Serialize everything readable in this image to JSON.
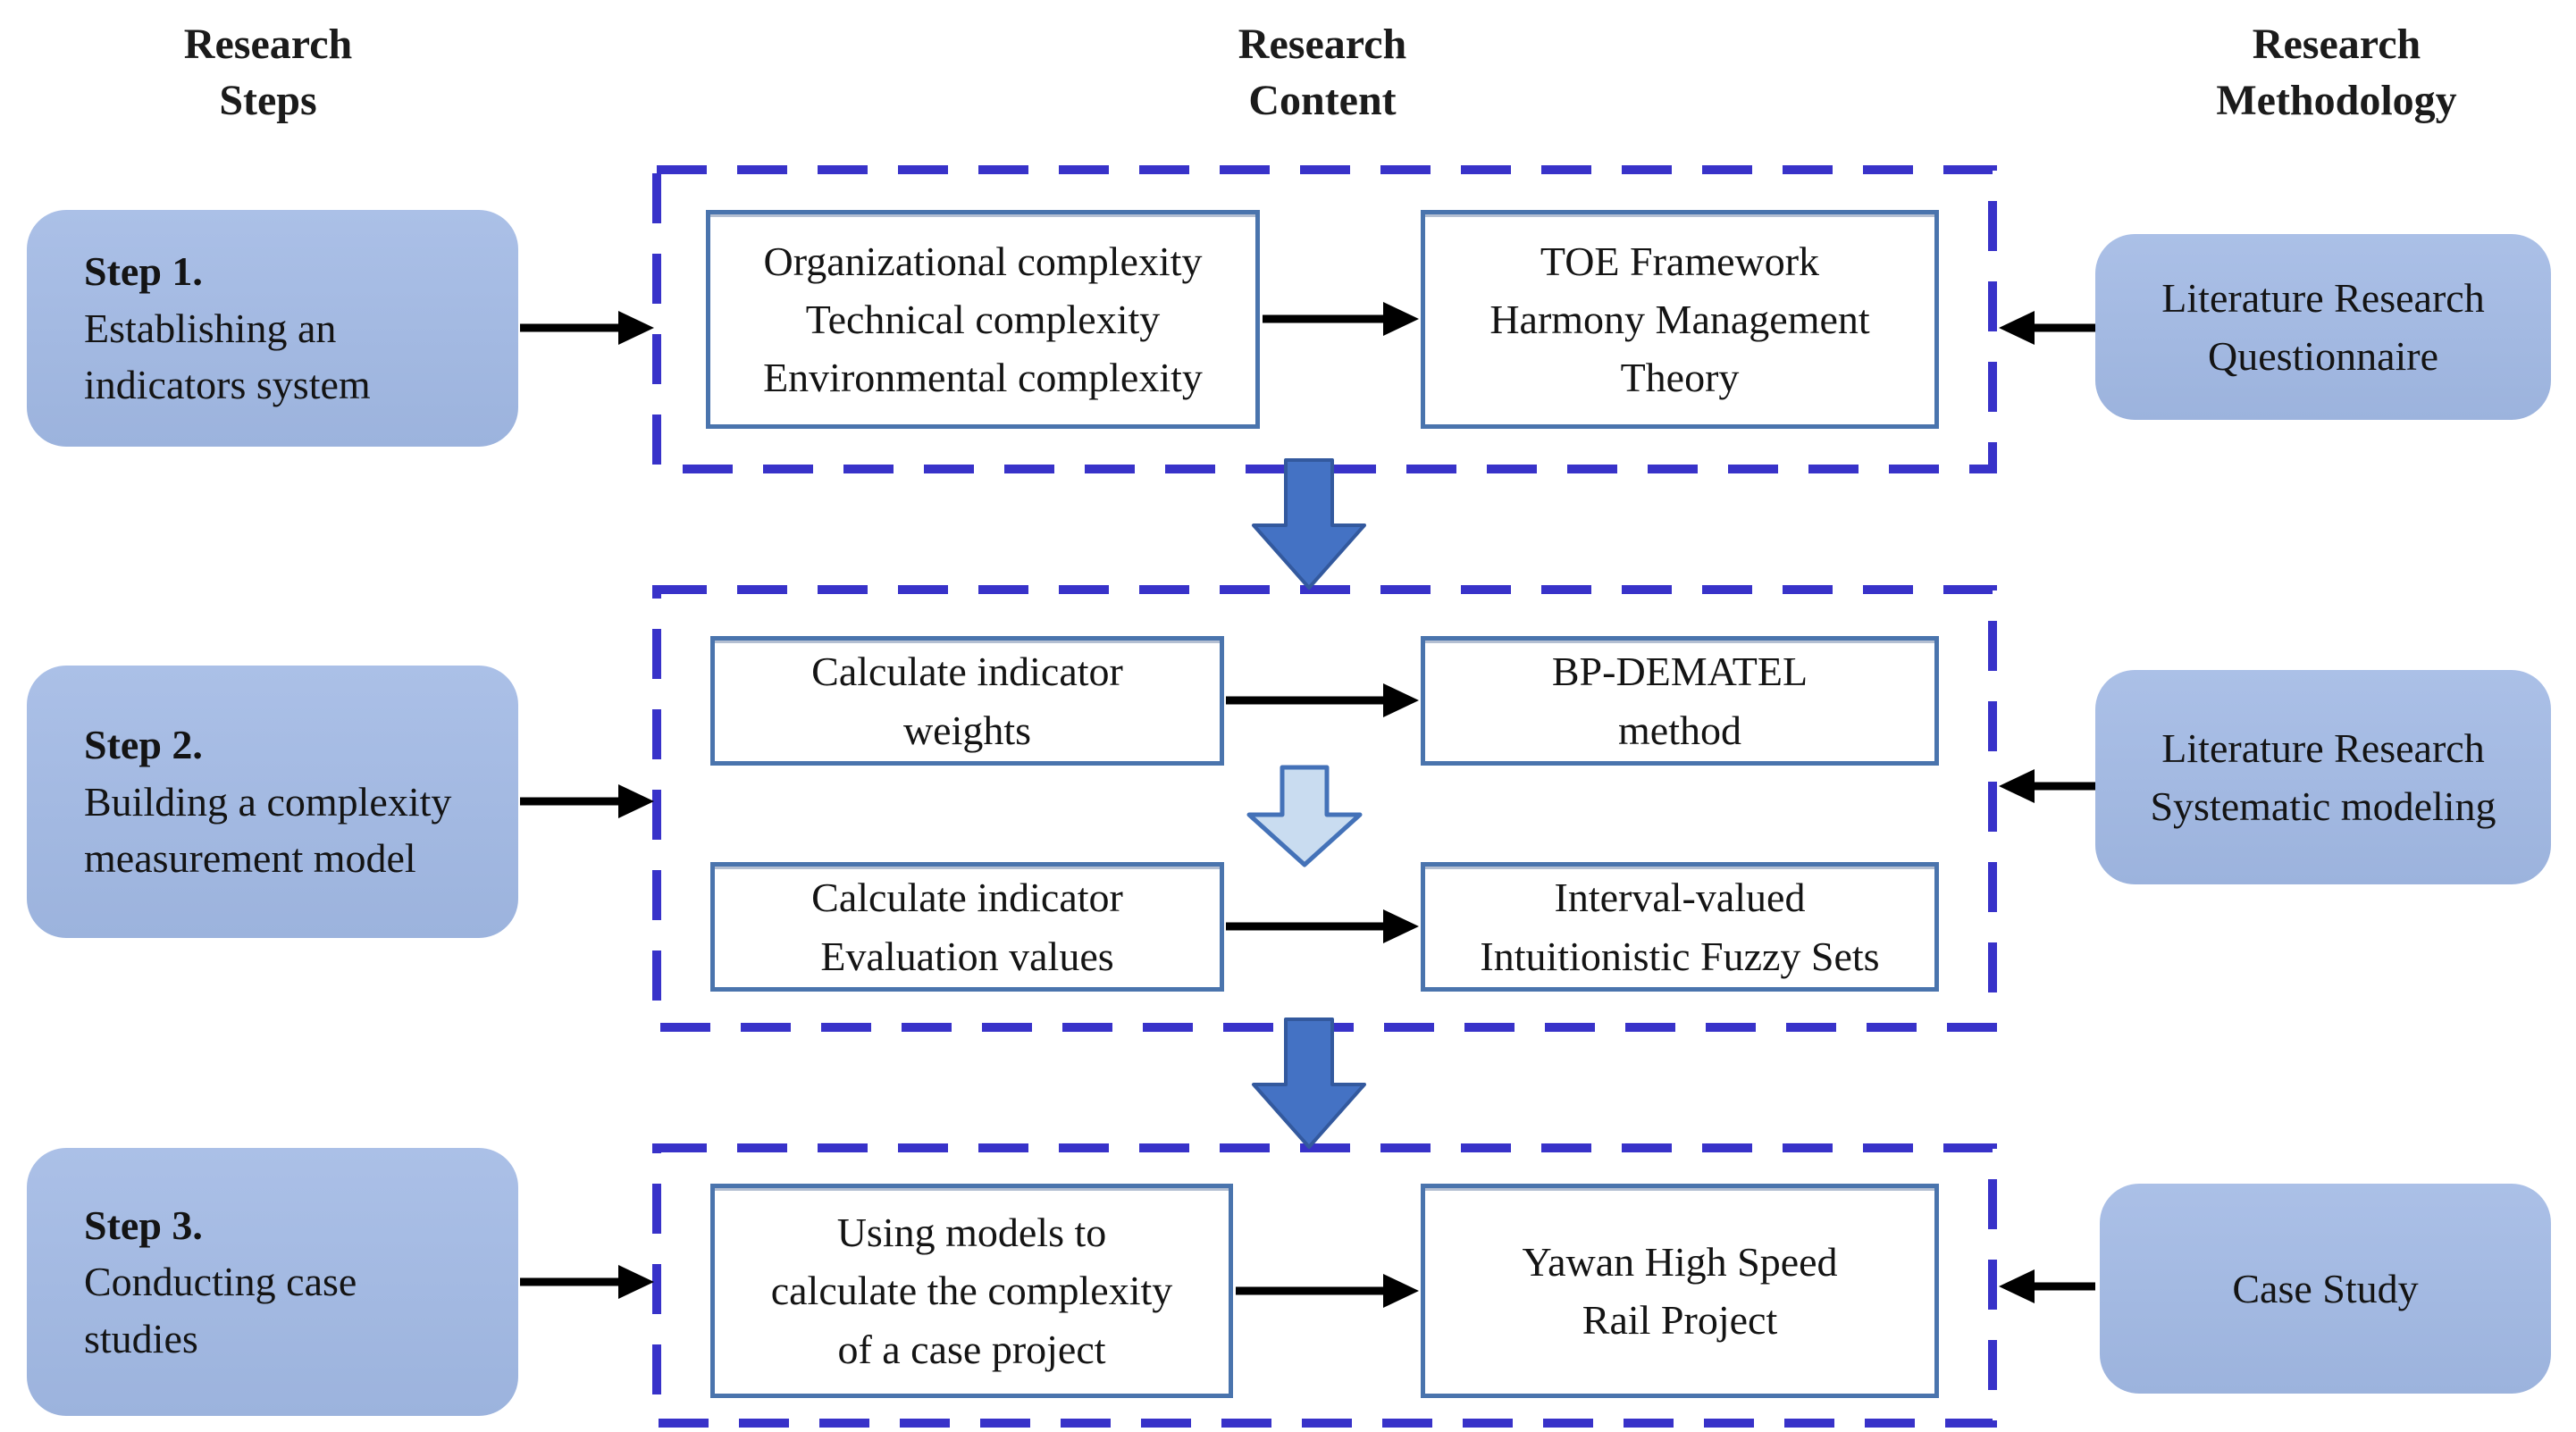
{
  "columns": {
    "steps_header": "Research\nSteps",
    "content_header": "Research\nContent",
    "methodology_header": "Research\nMethodology"
  },
  "steps": [
    {
      "title": "Step 1.",
      "description": "Establishing an\nindicators system"
    },
    {
      "title": "Step 2.",
      "description": "Building a complexity\nmeasurement model"
    },
    {
      "title": "Step 3.",
      "description": "Conducting case\nstudies"
    }
  ],
  "content": {
    "band1": {
      "left": "Organizational complexity\nTechnical complexity\nEnvironmental complexity",
      "right": "TOE Framework\nHarmony Management\nTheory"
    },
    "band2": [
      {
        "left": "Calculate indicator\nweights",
        "right": "BP-DEMATEL\nmethod"
      },
      {
        "left": "Calculate indicator\nEvaluation values",
        "right": "Interval-valued\nIntuitionistic Fuzzy Sets"
      }
    ],
    "band3": {
      "left": "Using models to\ncalculate the complexity\nof a case project",
      "right": "Yawan High Speed\nRail Project"
    }
  },
  "methodology": [
    {
      "label": "Literature Research\nQuestionnaire"
    },
    {
      "label": "Literature Research\nSystematic modeling"
    },
    {
      "label": "Case Study"
    }
  ],
  "colors": {
    "step_box_fill": "#A0B6E0",
    "dashed_border": "#3832C9",
    "inner_box_border": "#4A74AD",
    "block_arrow_fill": "#4472C4",
    "block_arrow_stroke": "#33599E",
    "light_block_arrow_fill": "#C9DCF0",
    "light_block_arrow_stroke": "#4472B8",
    "connector": "#000000"
  }
}
